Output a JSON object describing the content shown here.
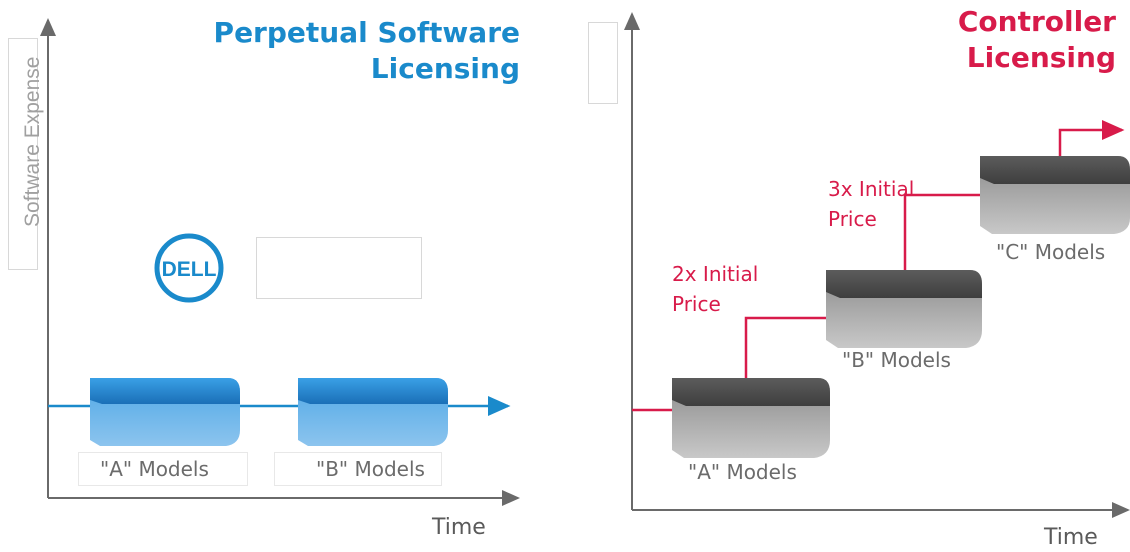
{
  "left_panel": {
    "title_line1": "Perpetual Software",
    "title_line2": "Licensing",
    "y_axis_label": "Software Expense",
    "x_axis_label": "Time",
    "logo_text": "DELL",
    "model_a_label": "\"A\" Models",
    "model_b_label": "\"B\" Models"
  },
  "right_panel": {
    "title_line1": "Controller",
    "title_line2": "Licensing",
    "x_axis_label": "Time",
    "model_a_label": "\"A\" Models",
    "model_b_label": "\"B\" Models",
    "model_c_label": "\"C\" Models",
    "price_2x_line1": "2x Initial",
    "price_2x_line2": "Price",
    "price_3x_line1": "3x Initial",
    "price_3x_line2": "Price"
  },
  "colors": {
    "perpetual_blue": "#1a8acb",
    "controller_red": "#d81b4a",
    "axis": "#6a6a6a",
    "device_gray": "#6f6f6f",
    "device_blue": "#2e8fd6"
  }
}
